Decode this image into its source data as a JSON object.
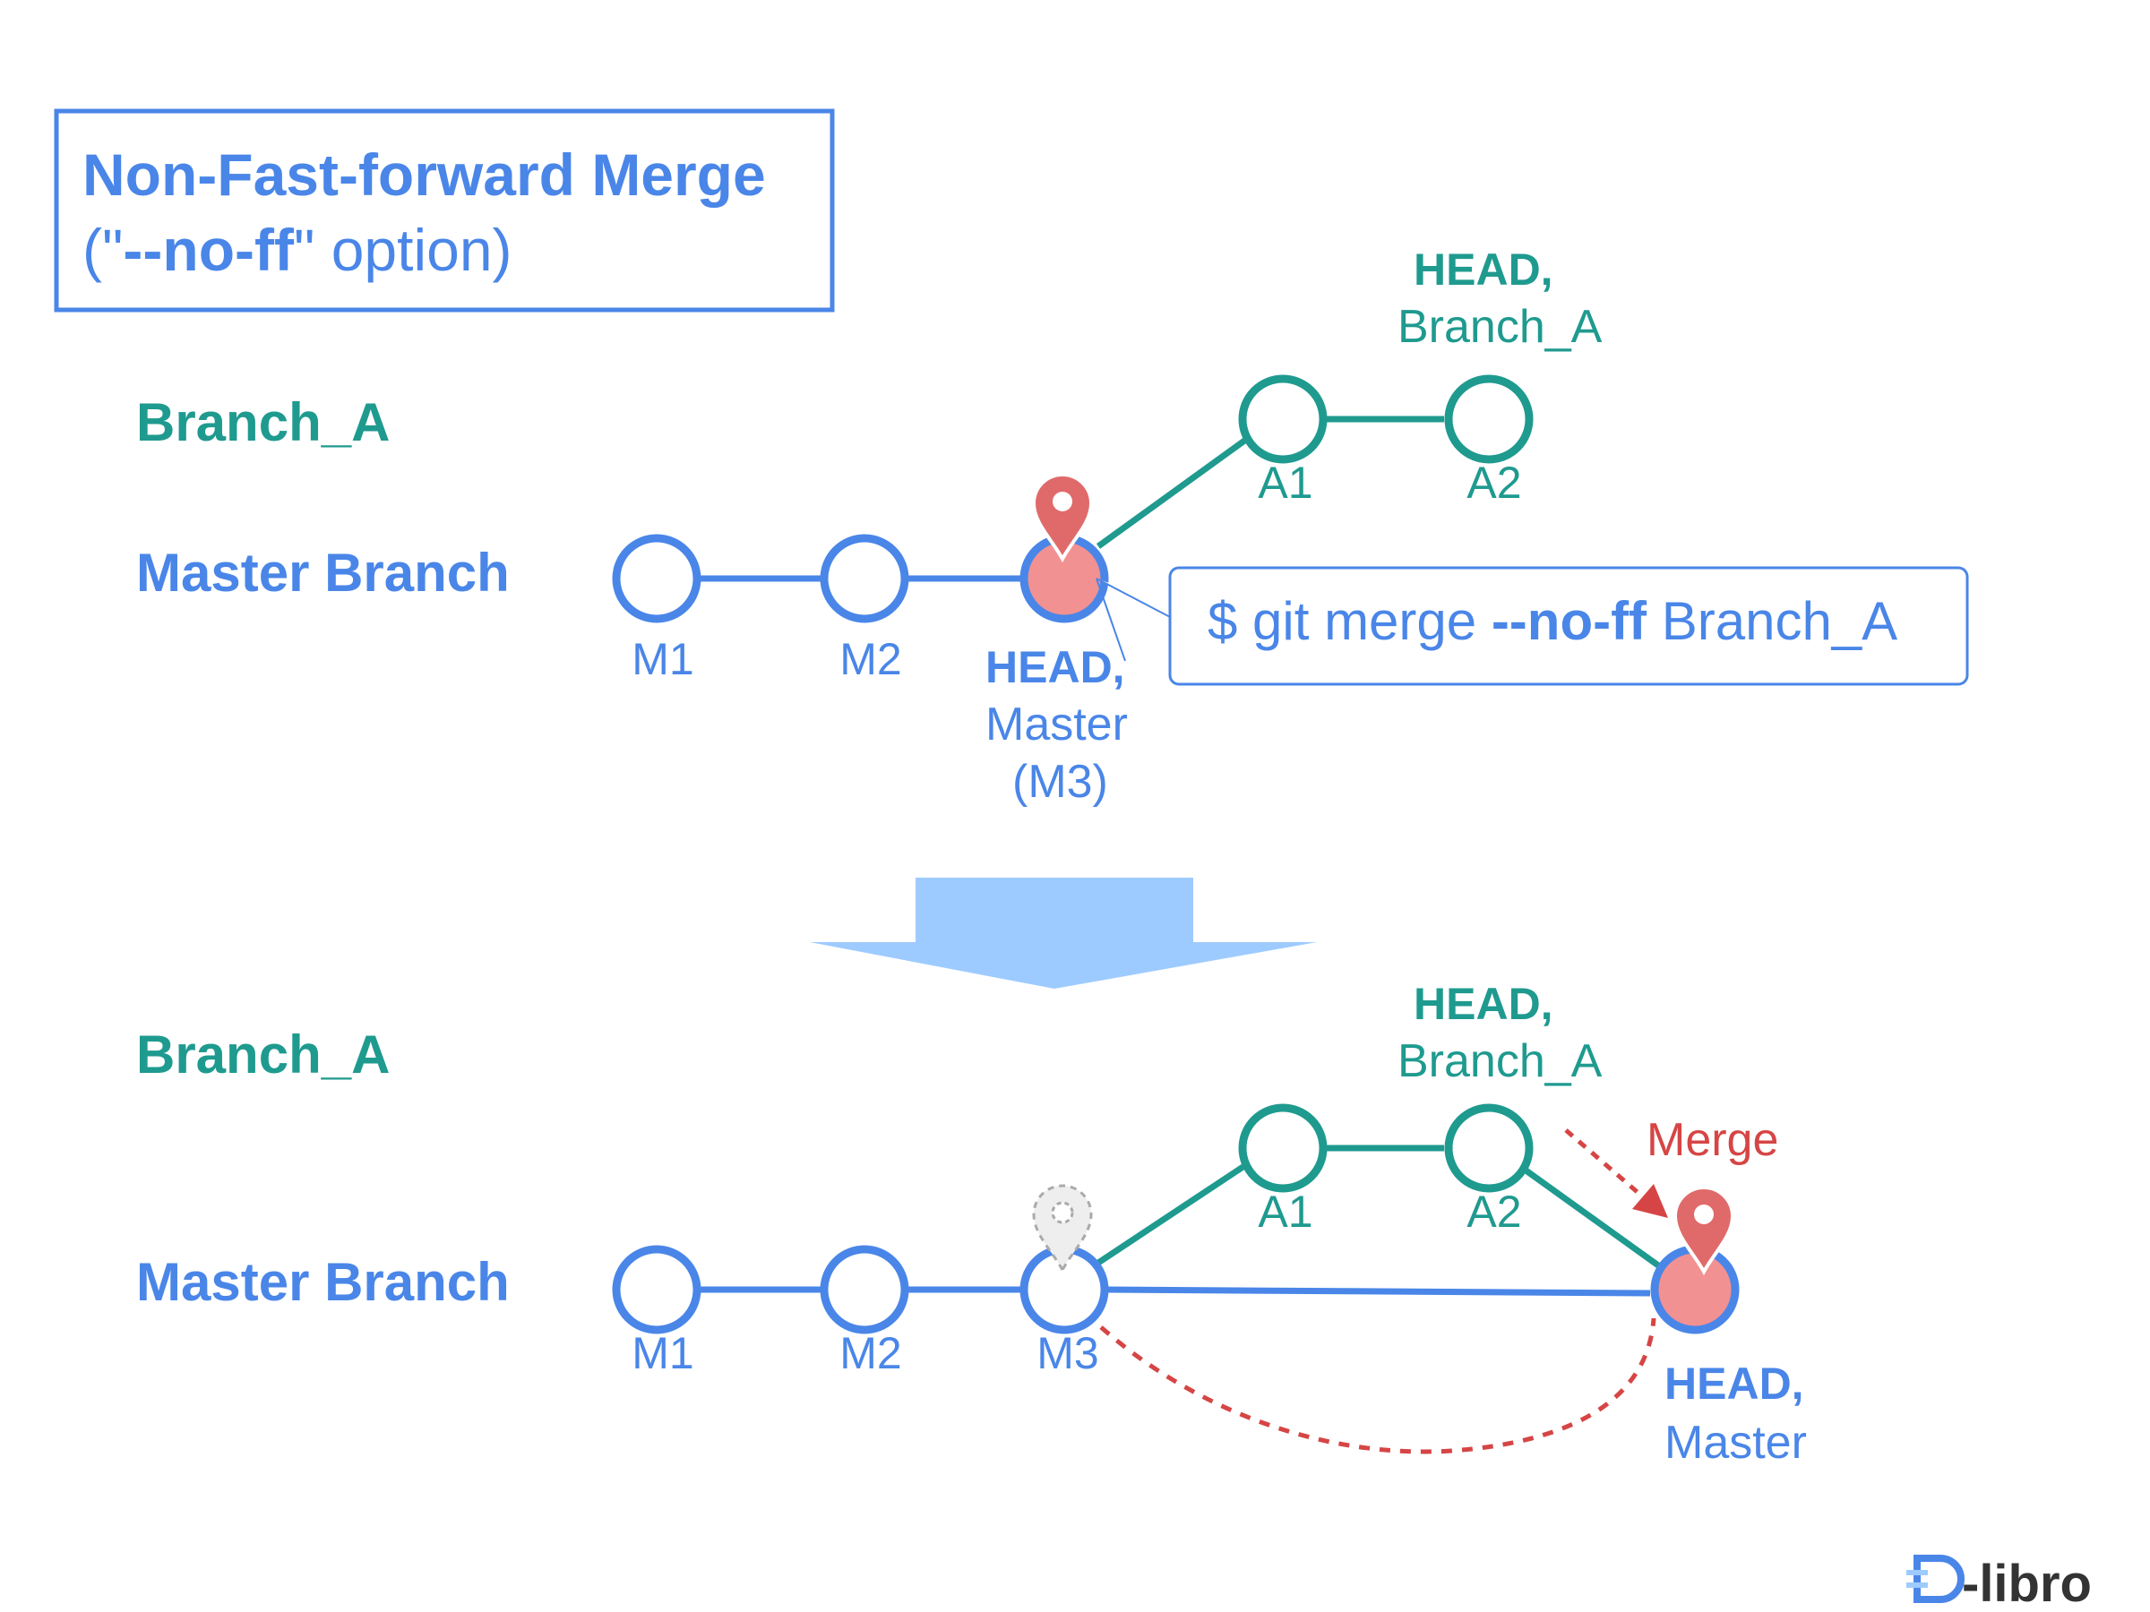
{
  "title": {
    "line1": "Non-Fast-forward Merge",
    "line2_open": "(\"",
    "line2_option": "--no-ff",
    "line2_close": "\" option)"
  },
  "lanes": {
    "branch_a": "Branch_A",
    "master": "Master Branch"
  },
  "nodes": {
    "m1": "M1",
    "m2": "M2",
    "m3": "M3",
    "a1": "A1",
    "a2": "A2"
  },
  "before": {
    "branch_head_label": "HEAD,",
    "branch_ref": "Branch_A",
    "master_head_label": "HEAD,",
    "master_ref": "Master",
    "master_commit": "(M3)"
  },
  "command": {
    "prefix": "$ git merge ",
    "flag": "--no-ff",
    "target": " Branch_A"
  },
  "after": {
    "branch_head_label": "HEAD,",
    "branch_ref": "Branch_A",
    "merge_label": "Merge",
    "master_head_label": "HEAD,",
    "master_ref": "Master"
  },
  "logo": {
    "text": "-libro"
  },
  "colors": {
    "master_blue": "#4a86e8",
    "branch_teal": "#1f9a8f",
    "head_red": "#d64545",
    "head_node_fill": "#f29191",
    "arrow_light_blue": "#9ecbff"
  }
}
